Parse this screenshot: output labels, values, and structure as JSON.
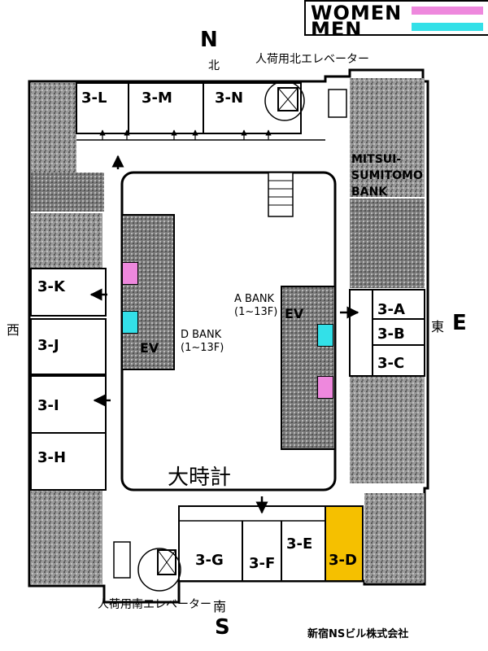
{
  "legend": {
    "women_label": "WOMEN",
    "men_label": "MEN",
    "women_color": "#ee88dd",
    "men_color": "#33e0e8"
  },
  "compass": {
    "north": "N",
    "north_kanji": "北",
    "south": "S",
    "south_kanji": "南",
    "east": "E",
    "east_kanji": "東",
    "west_kanji": "西"
  },
  "rooms": {
    "r3l": "3-L",
    "r3m": "3-M",
    "r3n": "3-N",
    "r3k": "3-K",
    "r3j": "3-J",
    "r3i": "3-I",
    "r3h": "3-H",
    "r3a": "3-A",
    "r3b": "3-B",
    "r3c": "3-C",
    "r3g": "3-G",
    "r3f": "3-F",
    "r3e": "3-E",
    "r3d": "3-D"
  },
  "highlight_color": "#f5c000",
  "elevators": {
    "a_bank_line1": "A BANK",
    "a_bank_line2": "(1~13F)",
    "a_ev": "EV",
    "d_bank_line1": "D BANK",
    "d_bank_line2": "(1~13F)",
    "d_ev": "EV",
    "freight_north": "人荷用北エレベーター",
    "freight_south": "人荷用南エレベーター"
  },
  "bank": {
    "line1": "MITSUI-",
    "line2": "SUMITOMO",
    "line3": "BANK"
  },
  "clock": "大時計",
  "company": "新宿NSビル株式会社"
}
